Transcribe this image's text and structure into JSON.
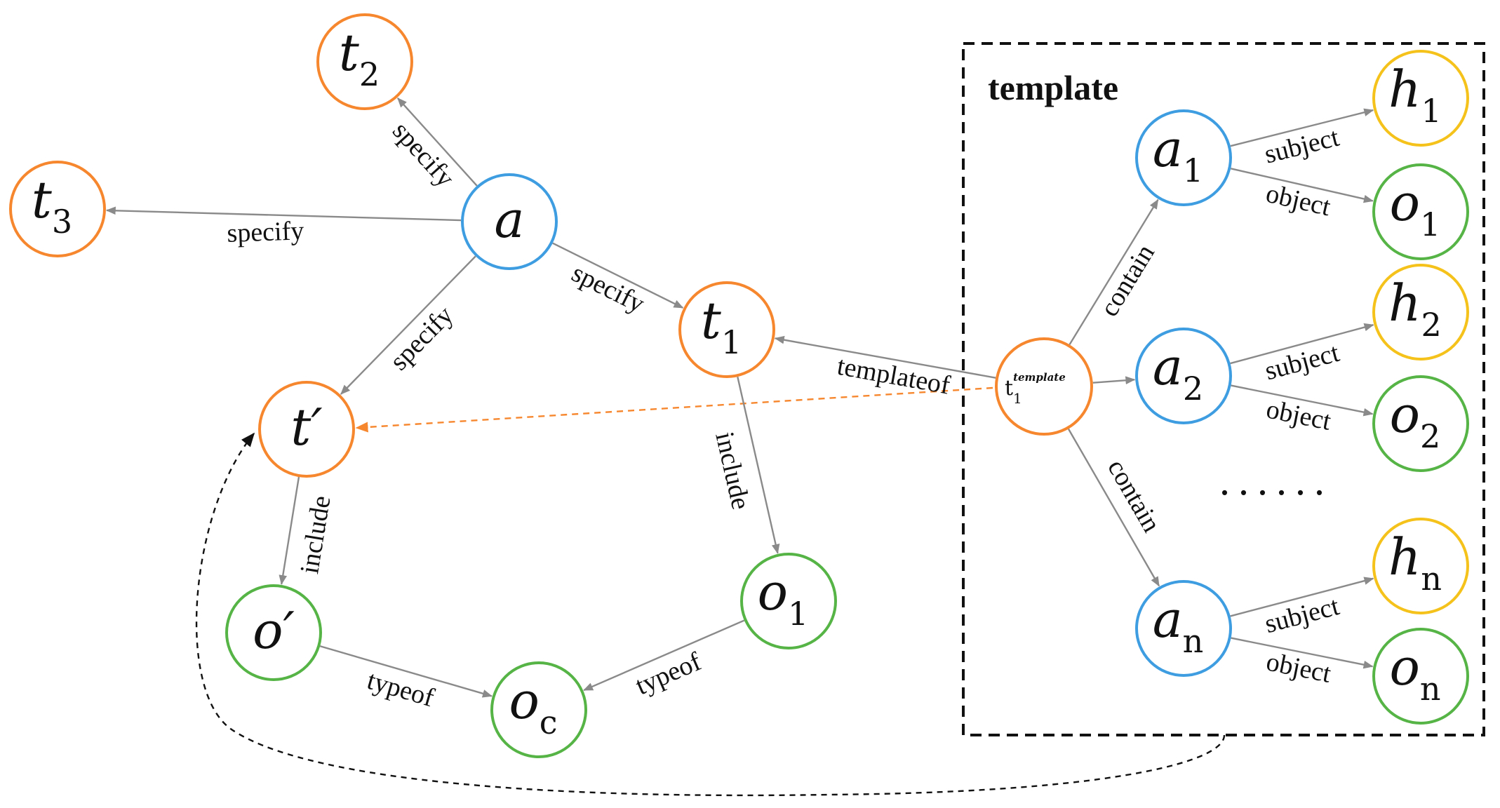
{
  "colors": {
    "task": "#f7872e",
    "action": "#3d9de0",
    "object": "#55b445",
    "human": "#f4c21a",
    "edge": "#8a8a8a",
    "template_link": "#f7872e",
    "frame": "#111111"
  },
  "template_box": {
    "title": "template"
  },
  "nodes": [
    {
      "id": "t2",
      "name": "node-t2",
      "kind": "task",
      "base": "t",
      "sub": "2"
    },
    {
      "id": "t3",
      "name": "node-t3",
      "kind": "task",
      "base": "t",
      "sub": "3"
    },
    {
      "id": "a",
      "name": "node-a",
      "kind": "action",
      "base": "a",
      "sub": ""
    },
    {
      "id": "t1",
      "name": "node-t1",
      "kind": "task",
      "base": "t",
      "sub": "1"
    },
    {
      "id": "tp",
      "name": "node-t-prime",
      "kind": "task",
      "base": "t′",
      "sub": ""
    },
    {
      "id": "op",
      "name": "node-o-prime",
      "kind": "object",
      "base": "o′",
      "sub": ""
    },
    {
      "id": "o1m",
      "name": "node-o1-main",
      "kind": "object",
      "base": "o",
      "sub": "1"
    },
    {
      "id": "oc",
      "name": "node-oc",
      "kind": "object",
      "base": "o",
      "sub": "c",
      "sub_italic": true
    },
    {
      "id": "tt",
      "name": "node-t1-template",
      "kind": "task",
      "small": true,
      "base": "t",
      "sub": "1",
      "sup": "template"
    },
    {
      "id": "a1",
      "name": "node-a1",
      "kind": "action",
      "base": "a",
      "sub": "1"
    },
    {
      "id": "a2",
      "name": "node-a2",
      "kind": "action",
      "base": "a",
      "sub": "2"
    },
    {
      "id": "an",
      "name": "node-an",
      "kind": "action",
      "base": "a",
      "sub": "n",
      "sub_italic": true
    },
    {
      "id": "h1",
      "name": "node-h1",
      "kind": "human",
      "base": "h",
      "sub": "1"
    },
    {
      "id": "o1t",
      "name": "node-o1-template",
      "kind": "object",
      "base": "o",
      "sub": "1"
    },
    {
      "id": "h2",
      "name": "node-h2",
      "kind": "human",
      "base": "h",
      "sub": "2"
    },
    {
      "id": "o2",
      "name": "node-o2",
      "kind": "object",
      "base": "o",
      "sub": "2"
    },
    {
      "id": "hn",
      "name": "node-hn",
      "kind": "human",
      "base": "h",
      "sub": "n",
      "sub_italic": true
    },
    {
      "id": "on",
      "name": "node-on",
      "kind": "object",
      "base": "o",
      "sub": "n",
      "sub_italic": true
    }
  ],
  "edges": [
    {
      "from": "a",
      "to": "t2",
      "label": "specify"
    },
    {
      "from": "a",
      "to": "t3",
      "label": "specify"
    },
    {
      "from": "a",
      "to": "t1",
      "label": "specify"
    },
    {
      "from": "a",
      "to": "tp",
      "label": "specify"
    },
    {
      "from": "tt",
      "to": "t1",
      "label": "templateof"
    },
    {
      "from": "t1",
      "to": "o1m",
      "label": "include"
    },
    {
      "from": "tp",
      "to": "op",
      "label": "include"
    },
    {
      "from": "op",
      "to": "oc",
      "label": "typeof"
    },
    {
      "from": "o1m",
      "to": "oc",
      "label": "typeof"
    },
    {
      "from": "tt",
      "to": "a1",
      "label": "contain"
    },
    {
      "from": "tt",
      "to": "a2",
      "label": ""
    },
    {
      "from": "tt",
      "to": "an",
      "label": "contain"
    },
    {
      "from": "a1",
      "to": "h1",
      "label": "subject"
    },
    {
      "from": "a1",
      "to": "o1t",
      "label": "object"
    },
    {
      "from": "a2",
      "to": "h2",
      "label": "subject"
    },
    {
      "from": "a2",
      "to": "o2",
      "label": "object"
    },
    {
      "from": "an",
      "to": "hn",
      "label": "subject"
    },
    {
      "from": "an",
      "to": "on",
      "label": "object"
    }
  ],
  "ellipsis": "......"
}
